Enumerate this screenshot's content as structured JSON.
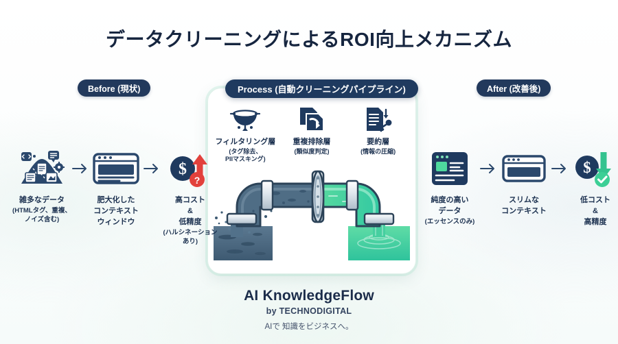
{
  "title": "データクリーニングによるROI向上メカニズム",
  "badges": {
    "before": "Before (現状)",
    "process": "Process (自動クリーニングパイプライン)",
    "after": "After (改善後)"
  },
  "process_layers": [
    {
      "icon": "strainer-filter-icon",
      "name": "フィルタリング層",
      "sub": "(タグ除去、\nPIIマスキング)"
    },
    {
      "icon": "duplicate-documents-icon",
      "name": "重複排除層",
      "sub": "(類似度判定)"
    },
    {
      "icon": "document-key-icon",
      "name": "要約層",
      "sub": "(情報の圧縮)"
    }
  ],
  "before_steps": [
    {
      "icon": "messy-data-pile-icon",
      "label": "雑多なデータ",
      "sub": "(HTMLタグ、重複、\nノイズ含む)"
    },
    {
      "icon": "browser-window-icon",
      "label": "肥大化した\nコンテキスト\nウィンドウ",
      "sub": ""
    },
    {
      "icon": "cost-up-warning-icon",
      "label": "高コスト\n&\n低精度",
      "sub": "(ハルシネーション\nあり)"
    }
  ],
  "after_steps": [
    {
      "icon": "clean-document-card-icon",
      "label": "純度の高い\nデータ",
      "sub": "(エッセンスのみ)"
    },
    {
      "icon": "slim-window-icon",
      "label": "スリムな\nコンテキスト",
      "sub": ""
    },
    {
      "icon": "cost-down-check-icon",
      "label": "低コスト\n&\n高精度",
      "sub": ""
    }
  ],
  "pipeline": {
    "name": "water-pipe-illustration",
    "dirty_label": "dirty-water-pool",
    "clean_label": "clean-water-pool"
  },
  "footer": {
    "product": "AI KnowledgeFlow",
    "by": "by TECHNODIGITAL",
    "tagline": "AIで 知識をビジネスへ。"
  },
  "colors": {
    "navy": "#1f3a5f",
    "dark_navy": "#22395c",
    "red": "#e2413c",
    "green": "#34c38f",
    "dirty_water": "#4a6378",
    "clean_water": "#3fd39a",
    "card_border": "#dff0e9"
  }
}
